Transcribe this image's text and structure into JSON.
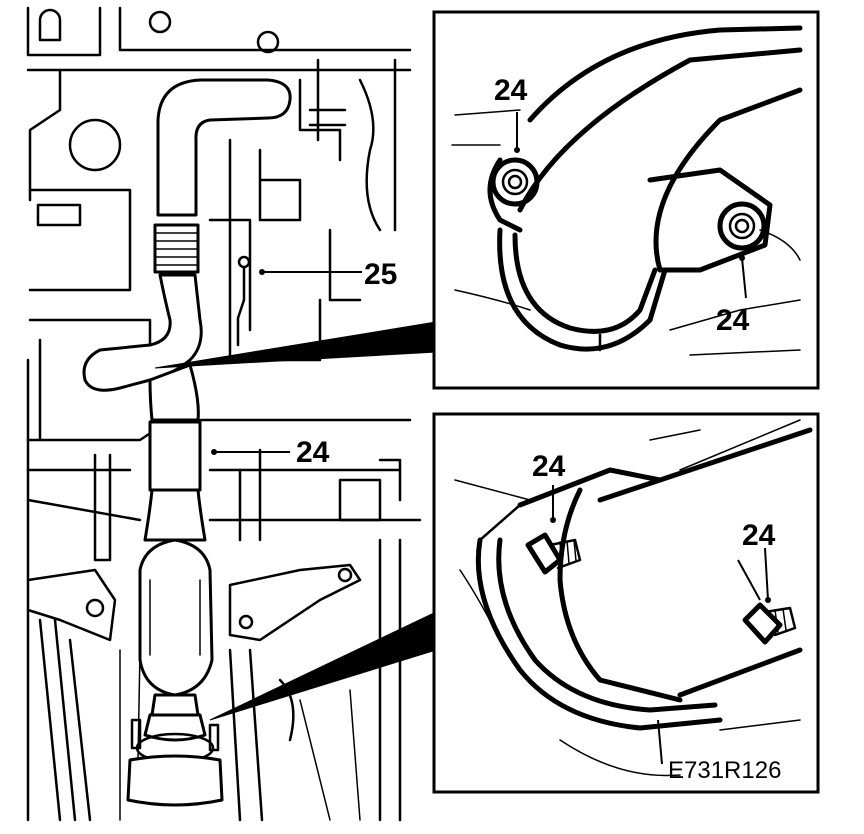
{
  "callouts": {
    "label_24": "24",
    "label_25": "25"
  },
  "figure_code": "E731R126",
  "colors": {
    "ink": "#000000",
    "paper": "#ffffff"
  }
}
